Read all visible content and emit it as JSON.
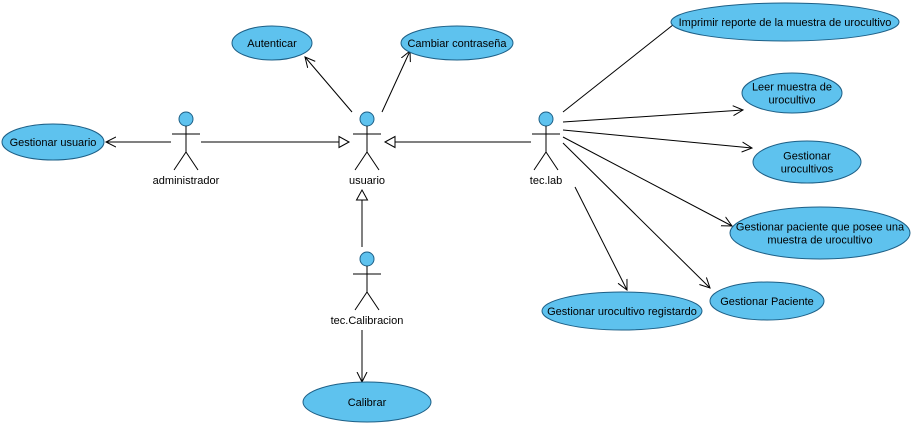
{
  "colors": {
    "use_case_fill": "#5ec2ee",
    "use_case_stroke": "#1d5f86",
    "line": "#000000",
    "background": "#ffffff"
  },
  "actors": [
    {
      "id": "administrador",
      "name": "administrador"
    },
    {
      "id": "usuario",
      "name": "usuario"
    },
    {
      "id": "tec_lab",
      "name": "tec.lab"
    },
    {
      "id": "tec_calibracion",
      "name": "tec.Calibracion"
    }
  ],
  "use_cases": [
    {
      "id": "gestionar_usuario",
      "lines": [
        "Gestionar usuario"
      ]
    },
    {
      "id": "autenticar",
      "lines": [
        "Autenticar"
      ]
    },
    {
      "id": "cambiar_contrasena",
      "lines": [
        "Cambiar contraseña"
      ]
    },
    {
      "id": "imprimir_reporte",
      "lines": [
        "Imprimir reporte de la muestra de urocultivo"
      ]
    },
    {
      "id": "leer_muestra",
      "lines": [
        "Leer muestra de",
        "urocultivo"
      ]
    },
    {
      "id": "gestionar_urocultivos",
      "lines": [
        "Gestionar",
        "urocultivos"
      ]
    },
    {
      "id": "gestionar_paciente_muestra",
      "lines": [
        "Gestionar paciente que posee una",
        "muestra de urocultivo"
      ]
    },
    {
      "id": "gestionar_paciente",
      "lines": [
        "Gestionar Paciente"
      ]
    },
    {
      "id": "gestionar_urocultivo_registrado",
      "lines": [
        "Gestionar urocultivo registardo"
      ]
    },
    {
      "id": "calibrar",
      "lines": [
        "Calibrar"
      ]
    }
  ],
  "associations": [
    {
      "from": "administrador",
      "to": "gestionar_usuario"
    },
    {
      "from": "usuario",
      "to": "autenticar"
    },
    {
      "from": "usuario",
      "to": "cambiar_contrasena"
    },
    {
      "from": "tec_lab",
      "to": "imprimir_reporte"
    },
    {
      "from": "tec_lab",
      "to": "leer_muestra"
    },
    {
      "from": "tec_lab",
      "to": "gestionar_urocultivos"
    },
    {
      "from": "tec_lab",
      "to": "gestionar_paciente_muestra"
    },
    {
      "from": "tec_lab",
      "to": "gestionar_paciente"
    },
    {
      "from": "tec_lab",
      "to": "gestionar_urocultivo_registrado"
    },
    {
      "from": "tec_calibracion",
      "to": "calibrar"
    }
  ],
  "generalizations": [
    {
      "child": "administrador",
      "parent": "usuario"
    },
    {
      "child": "tec_lab",
      "parent": "usuario"
    },
    {
      "child": "tec_calibracion",
      "parent": "usuario"
    }
  ]
}
